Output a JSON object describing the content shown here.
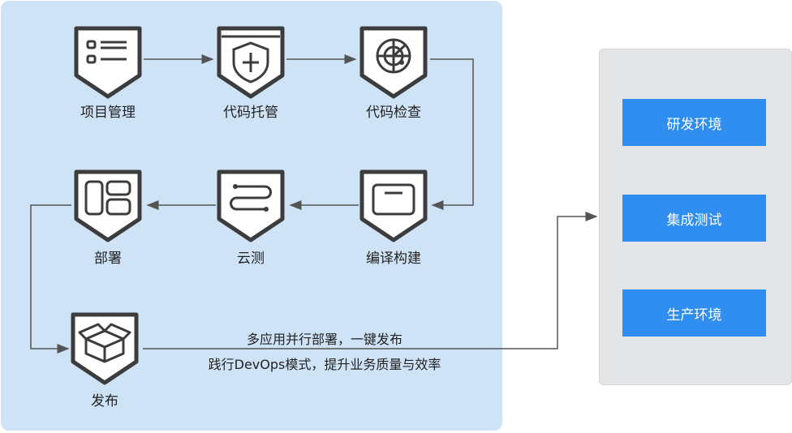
{
  "pipeline": {
    "nodes": [
      {
        "id": "project-mgmt",
        "label": "项目管理",
        "icon": "list-icon"
      },
      {
        "id": "code-hosting",
        "label": "代码托管",
        "icon": "shield-plus-icon"
      },
      {
        "id": "code-check",
        "label": "代码检查",
        "icon": "radar-icon"
      },
      {
        "id": "build",
        "label": "编译构建",
        "icon": "window-icon"
      },
      {
        "id": "cloud-test",
        "label": "云测",
        "icon": "wave-lines-icon"
      },
      {
        "id": "deploy",
        "label": "部署",
        "icon": "layout-grid-icon"
      },
      {
        "id": "release",
        "label": "发布",
        "icon": "box-open-icon"
      }
    ],
    "caption_line1": "多应用并行部署，一键发布",
    "caption_line2": "践行DevOps模式，提升业务质量与效率"
  },
  "environments": {
    "items": [
      {
        "label": "研发环境"
      },
      {
        "label": "集成测试"
      },
      {
        "label": "生产环境"
      }
    ],
    "accent": "#2f8ef0"
  },
  "colors": {
    "left_panel": "#cfe3f7",
    "right_panel": "#e3e5e6",
    "icon_stroke": "#3c3c3c",
    "arrow": "#555555"
  }
}
